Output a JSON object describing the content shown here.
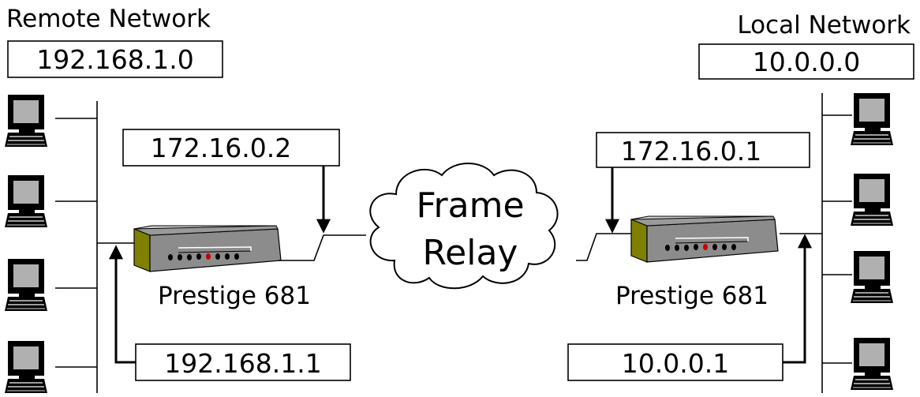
{
  "remote": {
    "title": "Remote Network",
    "network_address": "192.168.1.0",
    "wan_ip": "172.16.0.2",
    "lan_ip": "192.168.1.1",
    "router_label": "Prestige 681"
  },
  "local": {
    "title": "Local Network",
    "network_address": "10.0.0.0",
    "wan_ip": "172.16.0.1",
    "lan_ip": "10.0.0.1",
    "router_label": "Prestige 681"
  },
  "cloud": {
    "line1": "Frame",
    "line2": "Relay"
  },
  "icons": {
    "computer": "computer-icon",
    "router": "router-icon",
    "cloud": "cloud-icon"
  },
  "colors": {
    "router_face": "#808000",
    "router_body": "#8c8c8c",
    "router_led": "#cc0000",
    "screen": "#b0b0b0"
  }
}
